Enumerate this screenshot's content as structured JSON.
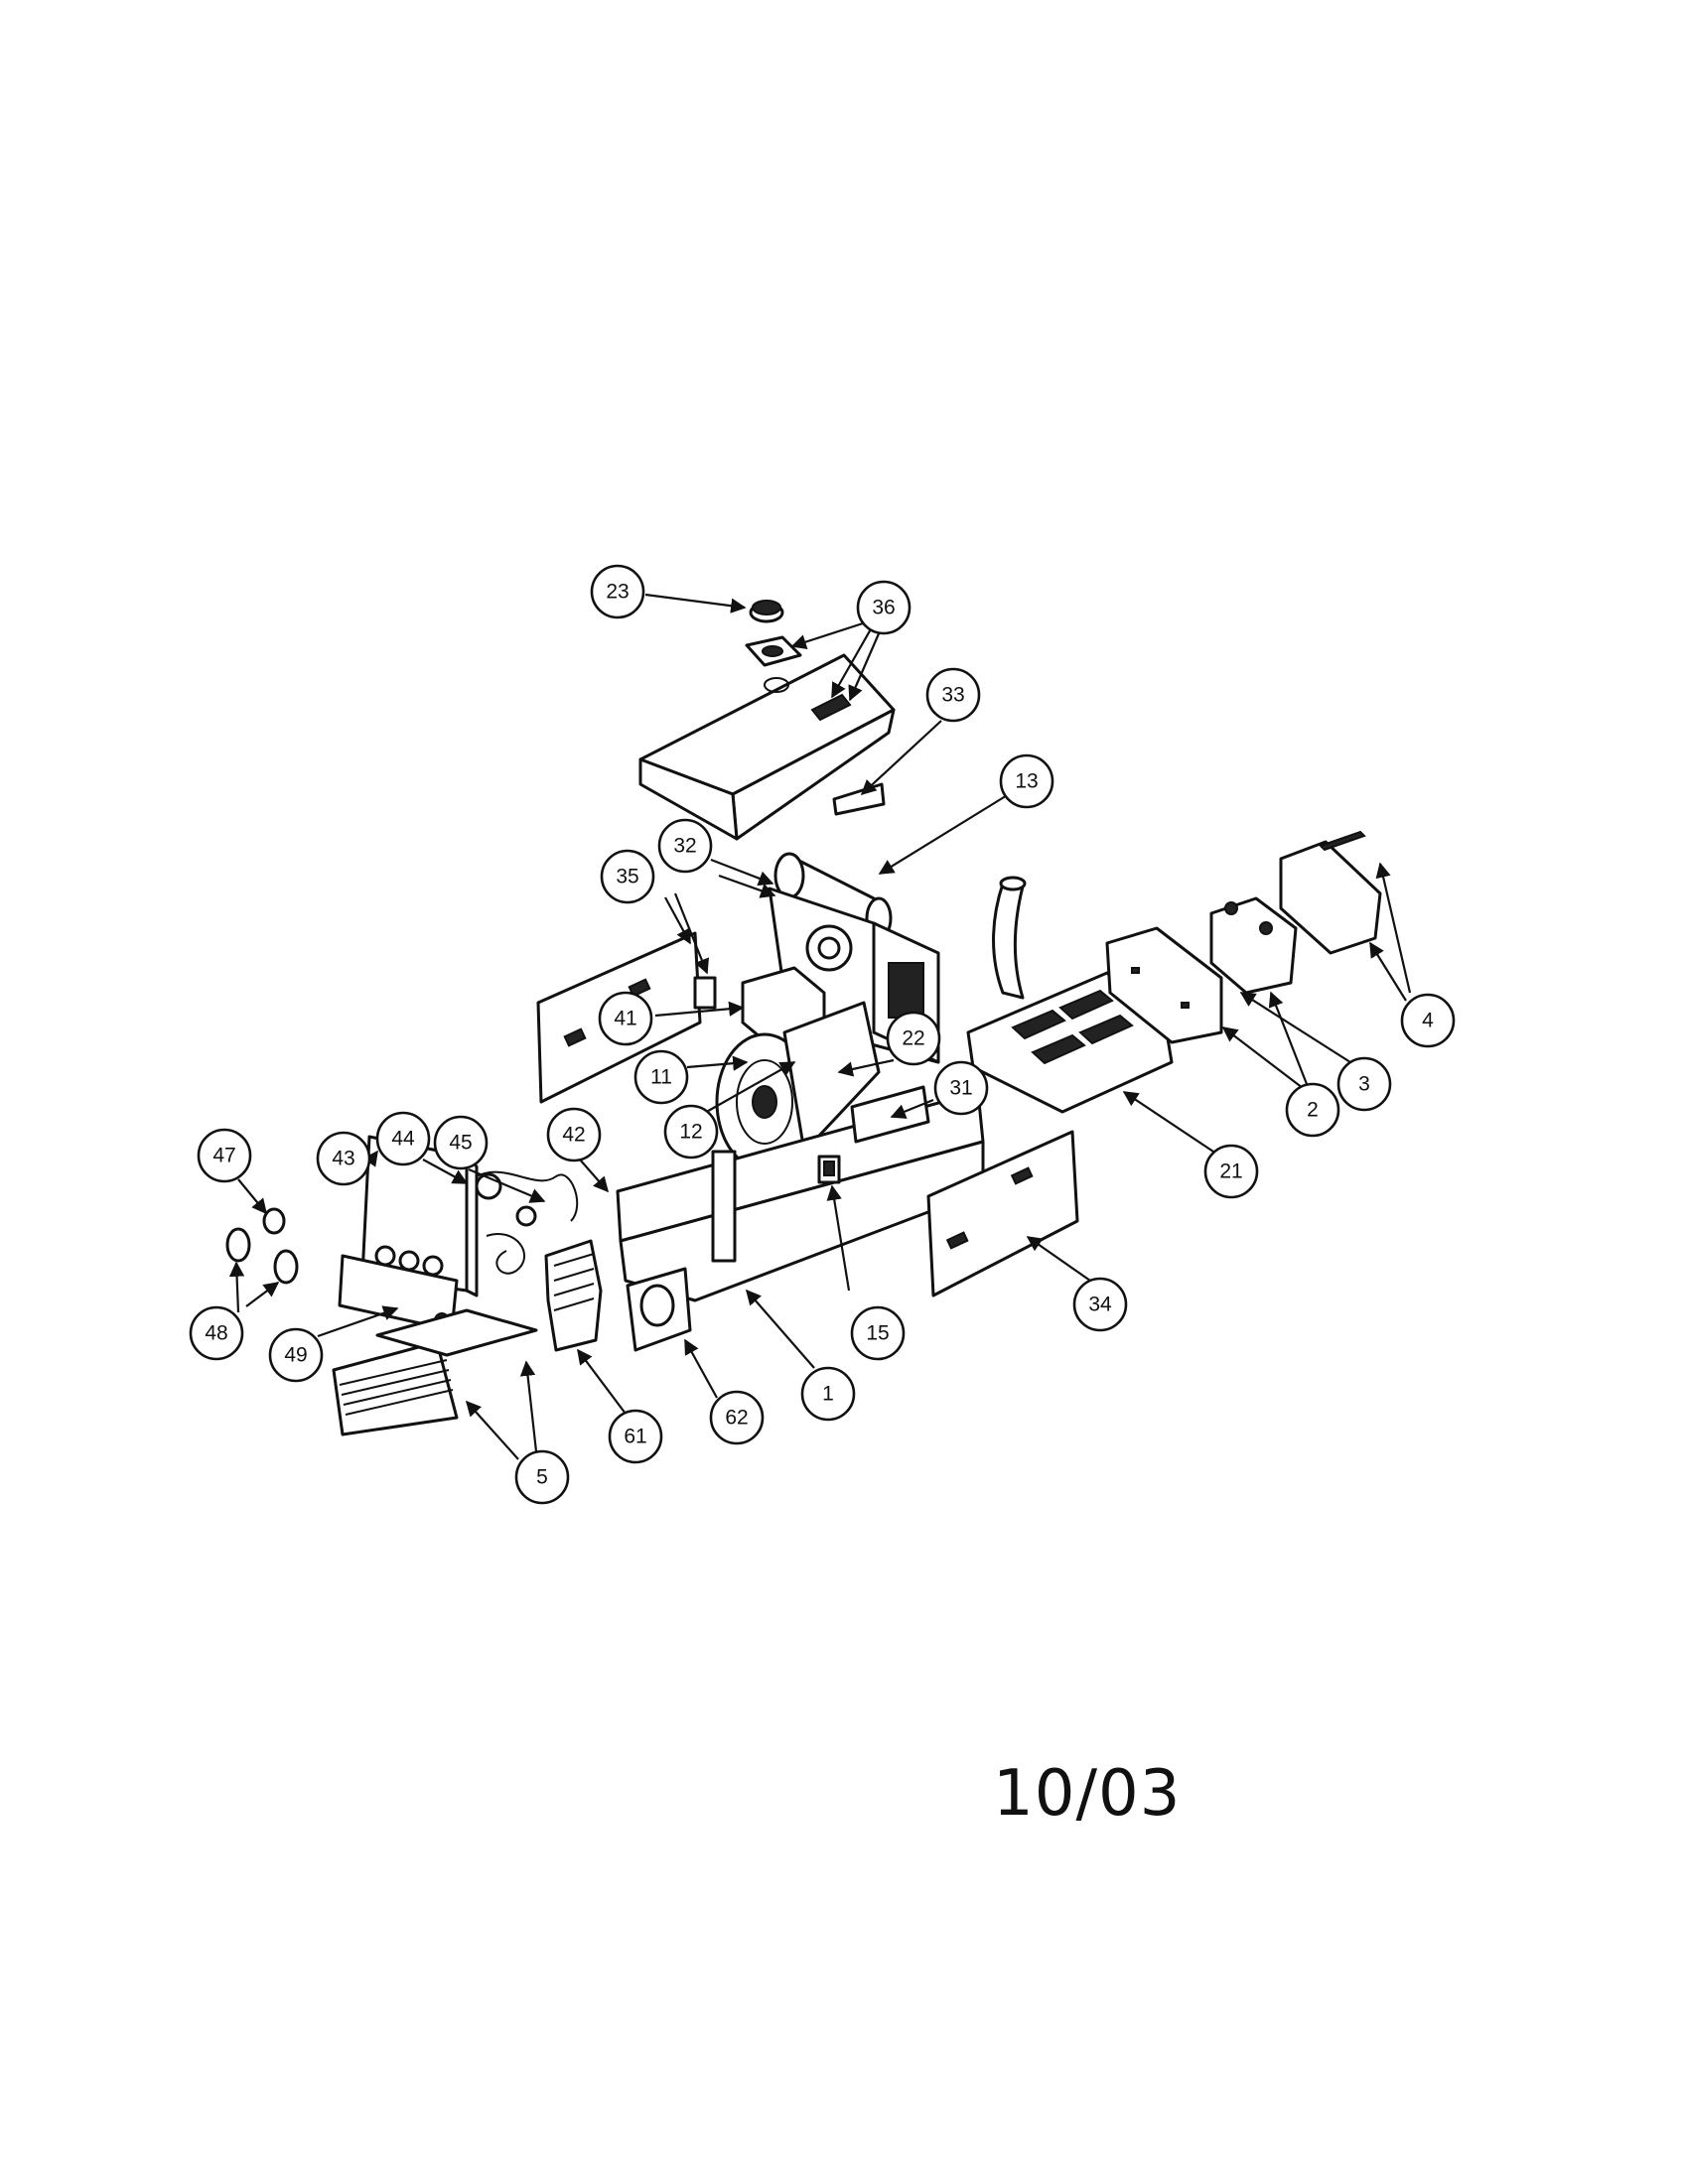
{
  "diagram": {
    "callouts": [
      "23",
      "36",
      "33",
      "13",
      "32",
      "35",
      "41",
      "11",
      "12",
      "22",
      "31",
      "43",
      "44",
      "45",
      "42",
      "47",
      "48",
      "49",
      "61",
      "62",
      "1",
      "15",
      "5",
      "21",
      "34",
      "2",
      "3",
      "4"
    ],
    "date_stamp": "10/03"
  },
  "colors": {
    "ink": "#111111",
    "paper": "#ffffff"
  }
}
